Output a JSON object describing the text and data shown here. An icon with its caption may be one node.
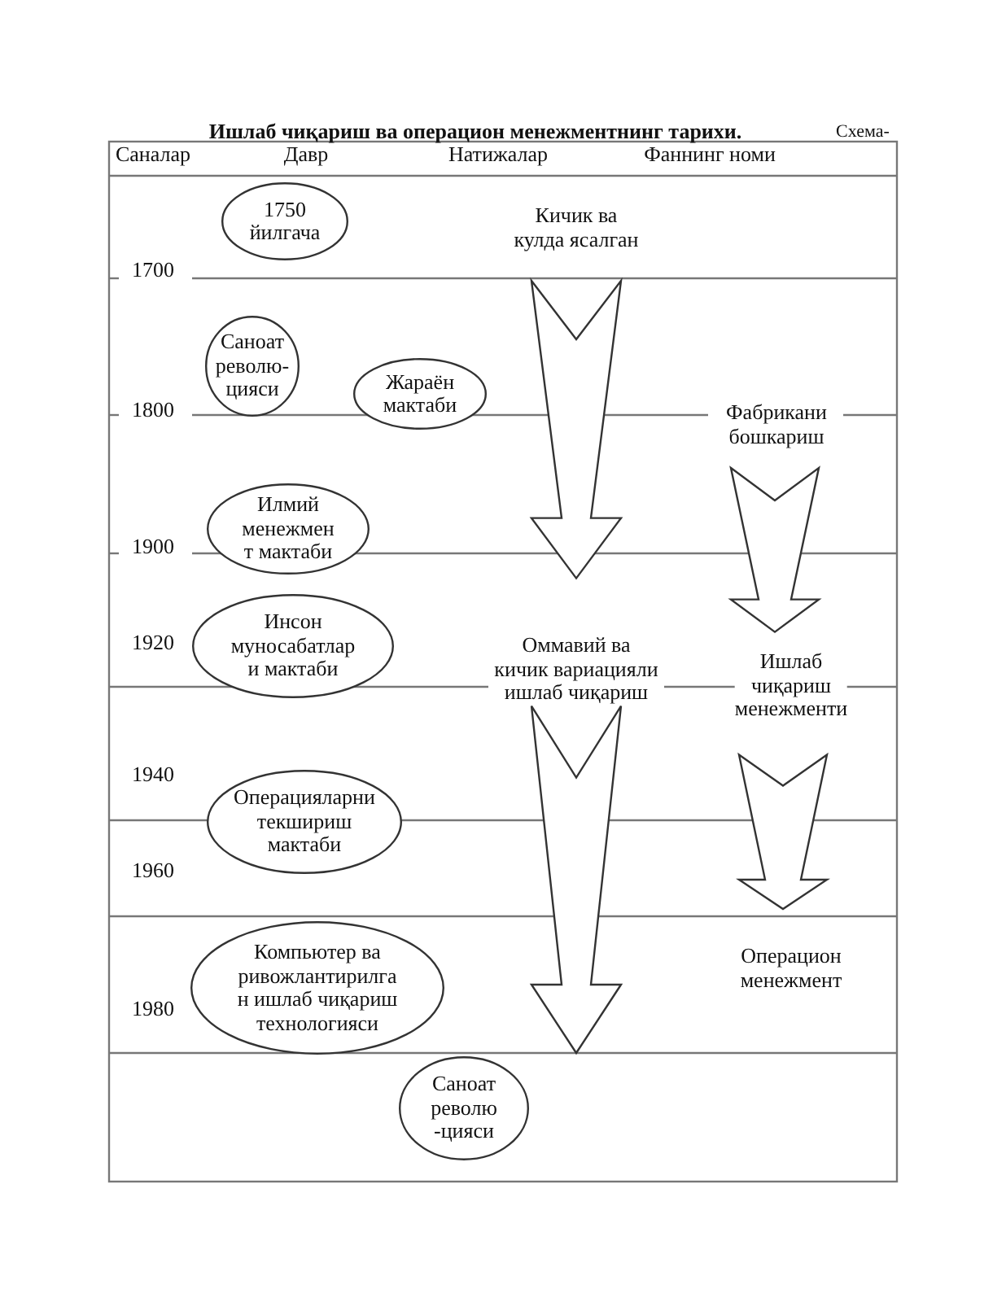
{
  "diagram": {
    "title": "Ишлаб чиқариш ва операцион менежментнинг тарихи.",
    "nodes": [
      {
        "text": [
          "1750 йилгача"
        ]
      },
      {
        "text": [
          "Кичик ва кулда ясалган"
        ]
      },
      {
        "text": [
          "Саноат револю- цияси"
        ]
      },
      {
        "text": [
          "Жараён мактаби"
        ]
      },
      {
        "text": [
          "Фабрикани бошкариш"
        ]
      },
      {
        "text": [
          "Илмий менежмен т мактаби"
        ]
      },
      {
        "text": [
          "Инсон муносабатлар и мактаби"
        ]
      },
      {
        "text": [
          "Оммавий ва кичик вариацияли ишлаб чиқариш"
        ]
      },
      {
        "text": [
          "Ишлаб чиқариш менежменти"
        ]
      },
      {
        "text": [
          "Операцияларни текшириш мактаби"
        ]
      },
      {
        "text": [
          "Компьютер ва ривожлантирилга н ишлаб чиқариш технологияси"
        ]
      },
      {
        "text": [
          "Операцион менежмент"
        ]
      },
      {
        "text": [
          "Саноат револю -цияси"
        ]
      }
    ],
    "edges": [
      {
        "from": 1,
        "to": 7,
        "arrow": "to"
      },
      {
        "from": 7,
        "to": null,
        "arrow": "to"
      },
      {
        "from": 4,
        "to": 8,
        "arrow": "to"
      },
      {
        "from": 8,
        "to": 11,
        "arrow": "to"
      }
    ],
    "labels": [
      "Схема-",
      "Саналар",
      "Давр",
      "Натижалар",
      "Фаннинг номи",
      "1700",
      "1800",
      "1900",
      "1920",
      "1940",
      "1960",
      "1980"
    ]
  }
}
